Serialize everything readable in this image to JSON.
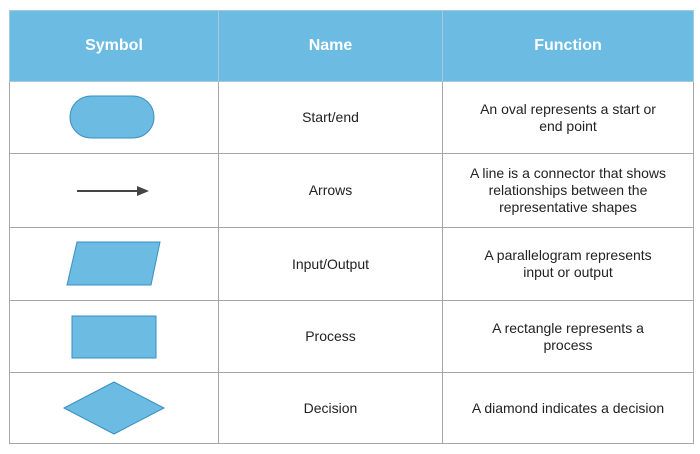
{
  "table": {
    "headers": {
      "symbol": "Symbol",
      "name": "Name",
      "function": "Function"
    },
    "rows": [
      {
        "symbol_icon": "oval-icon",
        "name": "Start/end",
        "function": "An oval represents a start or end point"
      },
      {
        "symbol_icon": "arrow-right-icon",
        "name": "Arrows",
        "function": "A line is a connector that shows relationships between the representative shapes"
      },
      {
        "symbol_icon": "parallelogram-icon",
        "name": "Input/Output",
        "function": "A parallelogram represents input or output"
      },
      {
        "symbol_icon": "rectangle-icon",
        "name": "Process",
        "function": "A rectangle represents a process"
      },
      {
        "symbol_icon": "diamond-icon",
        "name": "Decision",
        "function": "A diamond indicates a decision"
      }
    ]
  },
  "colors": {
    "header_bg": "#6bbbe3",
    "shape_fill": "#6bbbe3",
    "shape_stroke": "#3a8fc0",
    "arrow": "#444444",
    "grid": "#a7a7a7"
  }
}
